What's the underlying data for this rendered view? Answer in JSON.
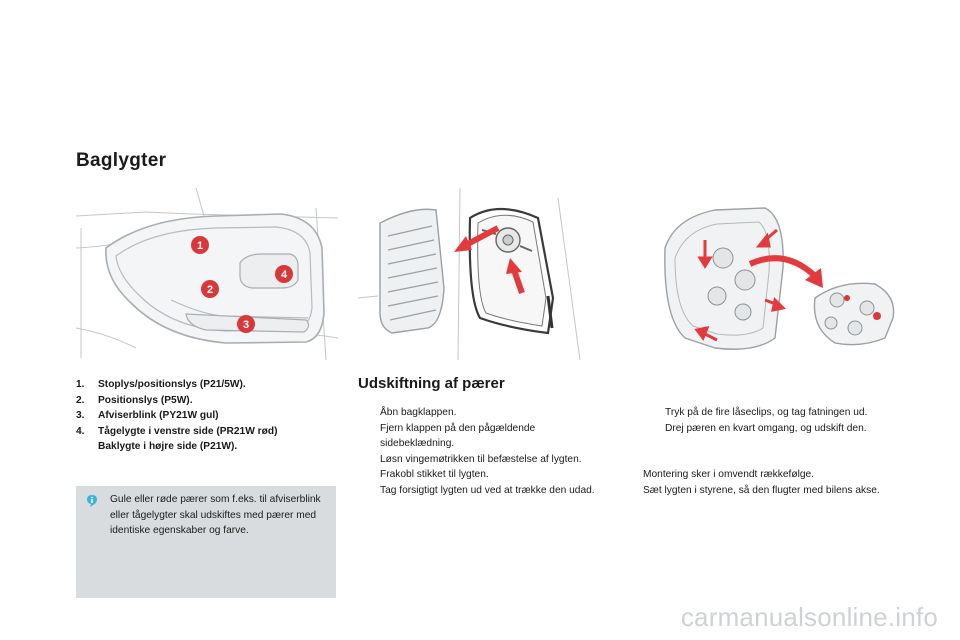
{
  "section_title": "Baglygter",
  "bulbs_legend": [
    {
      "num": "1.",
      "text": "Stoplys/positionslys (P21/5W)."
    },
    {
      "num": "2.",
      "text": "Positionslys (P5W)."
    },
    {
      "num": "3.",
      "text": "Afviserblink (PY21W gul)"
    },
    {
      "num": "4.",
      "text": "Tågelygte i venstre side (PR21W rød)",
      "cont": "Baklygte i højre side (P21W)."
    }
  ],
  "figure1_labels": [
    "1",
    "2",
    "3",
    "4"
  ],
  "note": {
    "icon": "info-icon",
    "text": "Gule eller røde pærer som f.eks. til afviserblink eller tågelygter skal udskiftes med pærer med identiske egenskaber og farve."
  },
  "replacement": {
    "title": "Udskiftning af pærer",
    "bullet": "",
    "steps_col1": [
      "Åbn bagklappen.",
      "Fjern klappen på den pågældende sidebeklædning.",
      "Løsn vingemøtrikken til befæstelse af lygten.",
      "Frakobl stikket til lygten.",
      "Tag forsigtigt lygten ud ved at trække den udad."
    ],
    "steps_col2": [
      "Tryk på de fire låseclips, og tag fatningen ud.",
      "Drej pæren en kvart omgang, og udskift den."
    ],
    "para1": "Montering sker i omvendt rækkefølge.",
    "para2": "Sæt lygten i styrene, så den flugter med bilens akse."
  },
  "colors": {
    "accent_red": "#d9383b",
    "arrow_red": "#e23a3d",
    "note_bg": "#d9dcde",
    "icon_blue": "#3ab4e6"
  },
  "watermark": "carmanualsonline.info"
}
